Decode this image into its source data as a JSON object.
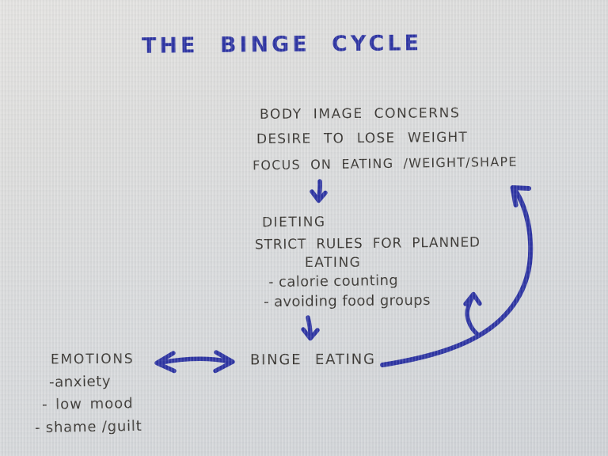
{
  "colors": {
    "paper": "#d7d9db",
    "paper_light": "#e3e2e0",
    "paper_dark": "#ced1d5",
    "ink_black": "#35322e",
    "ink_blue": "#282fa0"
  },
  "title": "THE BINGE CYCLE",
  "trigger": {
    "lines": [
      "BODY IMAGE CONCERNS",
      "DESIRE TO LOSE WEIGHT",
      "FOCUS ON EATING /WEIGHT/SHAPE"
    ]
  },
  "dieting": {
    "lines": [
      "DIETING",
      "STRICT RULES FOR PLANNED",
      "EATING"
    ],
    "bullets": [
      "- calorie counting",
      "- avoiding food groups"
    ]
  },
  "binge": {
    "label": "BINGE EATING"
  },
  "emotions": {
    "label": "EMOTIONS",
    "bullets": [
      "-anxiety",
      "- low mood",
      "- shame /guilt"
    ]
  }
}
